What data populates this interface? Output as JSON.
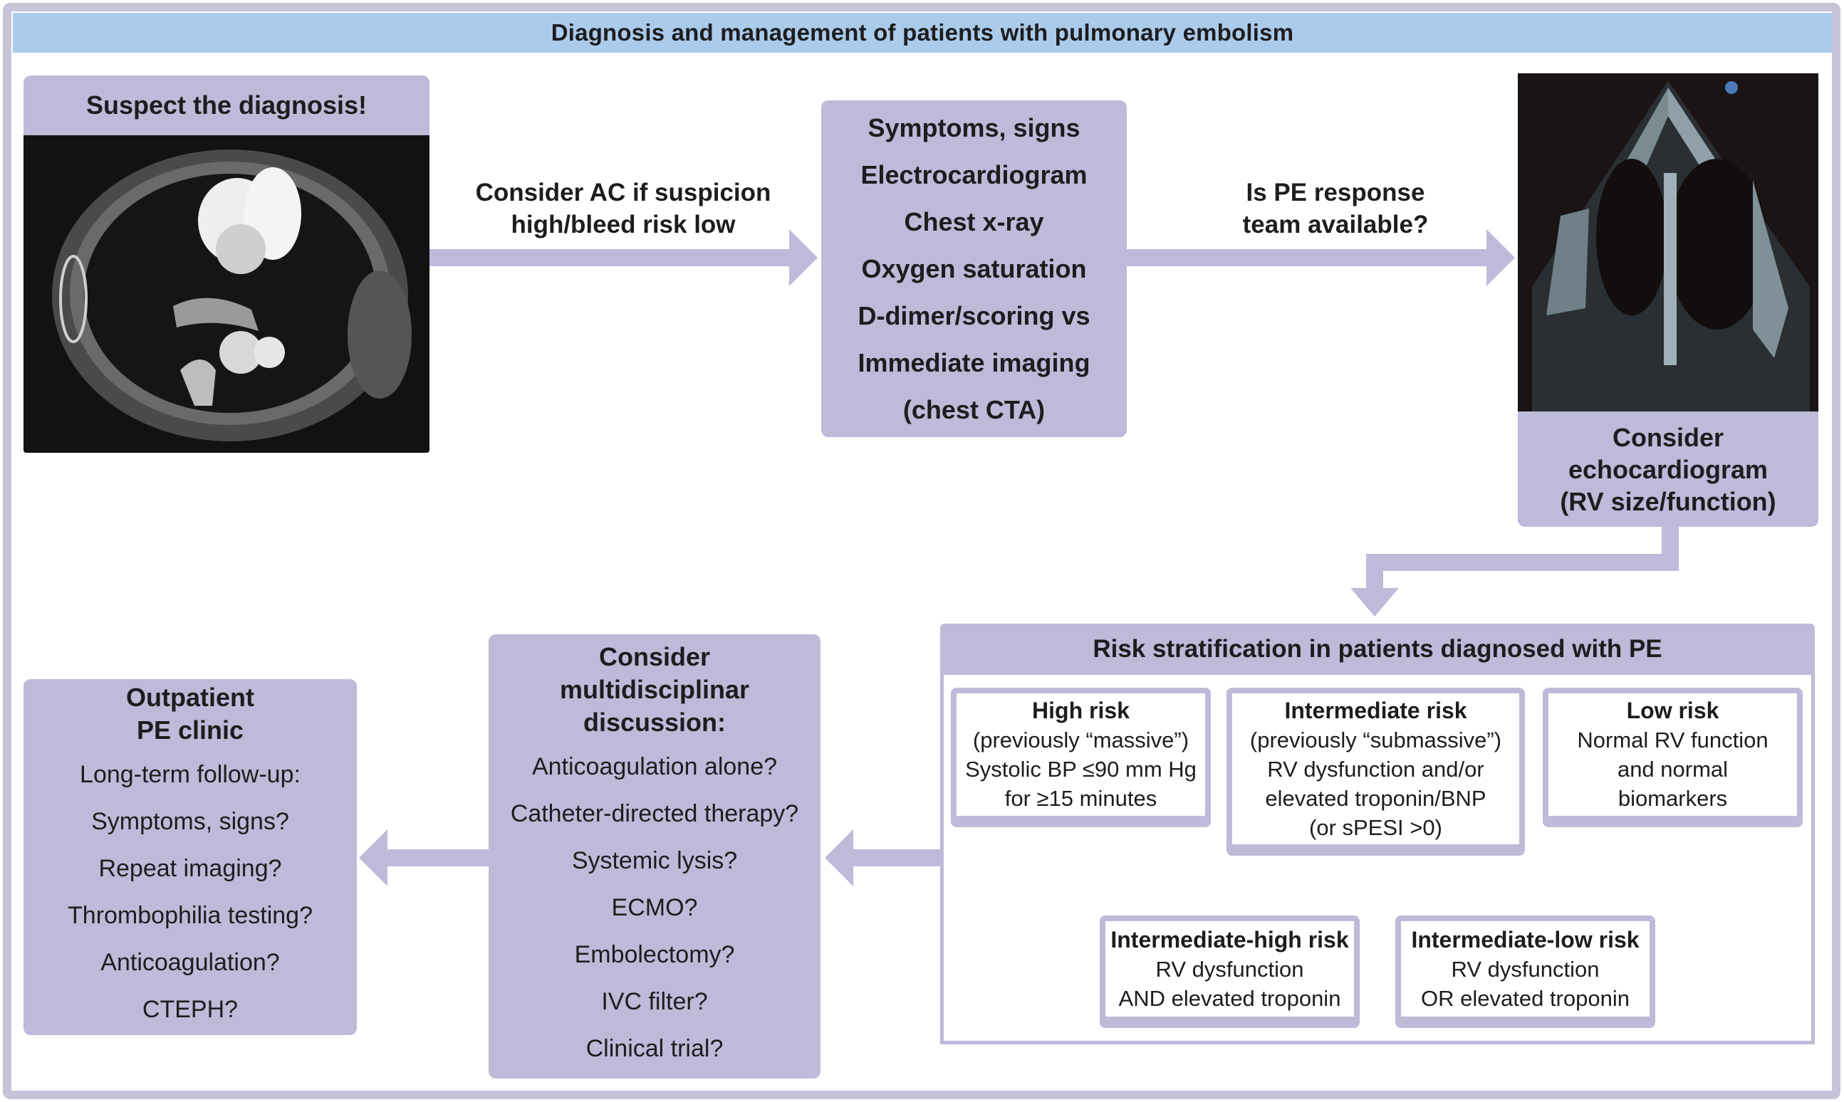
{
  "title": "Diagnosis and management of patients with pulmonary embolism",
  "colors": {
    "title_bar": "#abcbea",
    "box_fill": "#bebad9",
    "frame": "#c6c4d9",
    "text": "#1d1d1f"
  },
  "suspect": {
    "title": "Suspect the diagnosis!",
    "image": "chest-ct-scan"
  },
  "arrow1_label": [
    "Consider AC if suspicion",
    "high/bleed risk low"
  ],
  "workup": {
    "items": [
      "Symptoms, signs",
      "Electrocardiogram",
      "Chest x-ray",
      "Oxygen saturation",
      "D-dimer/scoring vs",
      "Immediate imaging",
      "(chest CTA)"
    ]
  },
  "arrow2_label": [
    "Is PE response",
    "team available?"
  ],
  "echo": {
    "image": "echocardiogram-4-chamber",
    "caption": [
      "Consider",
      "echocardiogram",
      "(RV size/function)"
    ]
  },
  "risk": {
    "title": "Risk stratification in patients diagnosed with PE",
    "categories": [
      {
        "title": "High risk",
        "lines": [
          "(previously “massive”)",
          "Systolic BP ≤90 mm Hg",
          "for ≥15 minutes"
        ]
      },
      {
        "title": "Intermediate risk",
        "lines": [
          "(previously “submassive”)",
          "RV dysfunction and/or",
          "elevated troponin/BNP",
          "(or sPESI >0)"
        ]
      },
      {
        "title": "Low risk",
        "lines": [
          "Normal RV function",
          "and normal",
          "biomarkers"
        ]
      }
    ],
    "subcategories": [
      {
        "title": "Intermediate-high risk",
        "lines": [
          "RV dysfunction",
          "AND elevated troponin"
        ]
      },
      {
        "title": "Intermediate-low risk",
        "lines": [
          "RV dysfunction",
          "OR elevated troponin"
        ]
      }
    ]
  },
  "multidisciplinary": {
    "title": [
      "Consider",
      "multidisciplinar",
      "discussion:"
    ],
    "items": [
      "Anticoagulation alone?",
      "Catheter-directed therapy?",
      "Systemic lysis?",
      "ECMO?",
      "Embolectomy?",
      "IVC filter?",
      "Clinical trial?"
    ]
  },
  "outpatient": {
    "title": [
      "Outpatient",
      "PE clinic"
    ],
    "items": [
      "Long-term follow-up:",
      "Symptoms, signs?",
      "Repeat imaging?",
      "Thrombophilia testing?",
      "Anticoagulation?",
      "CTEPH?"
    ]
  }
}
